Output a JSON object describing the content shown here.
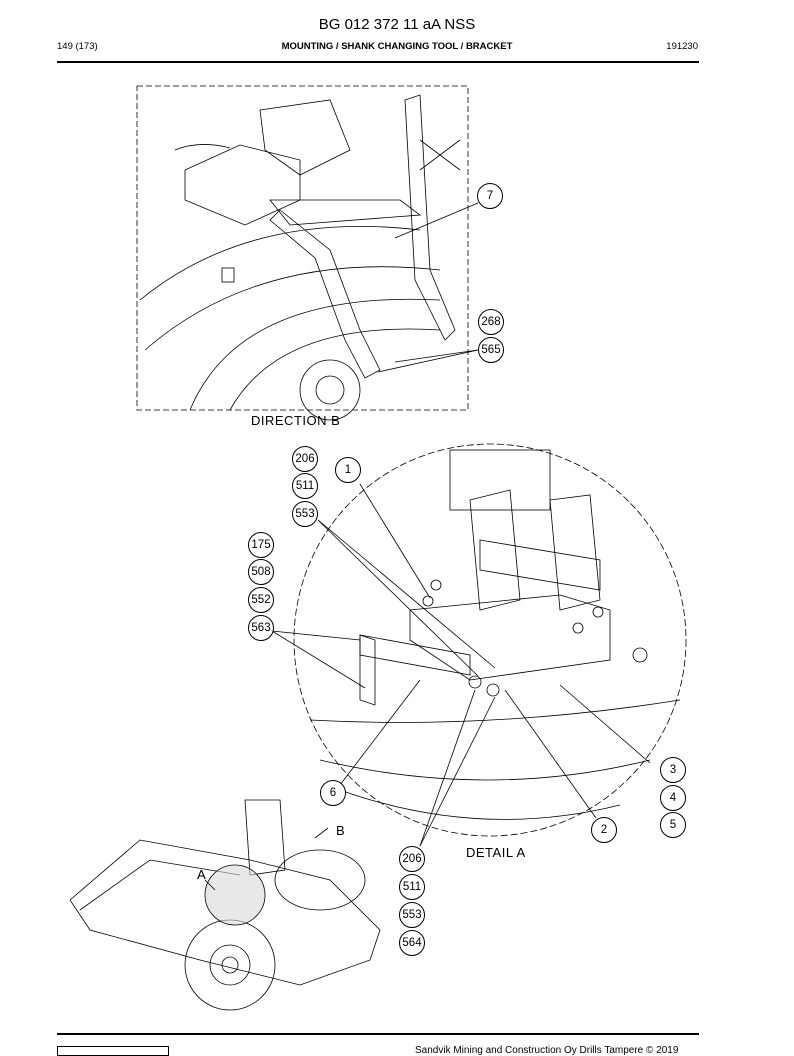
{
  "header": {
    "document_number": "BG 012 372 11 aA NSS",
    "page": "149 (173)",
    "section_title": "MOUNTING / SHANK CHANGING TOOL / BRACKET",
    "date_code": "191230"
  },
  "views": {
    "direction_b_label": "DIRECTION  B",
    "detail_a_label": "DETAIL  A",
    "overview_a_marker": "A",
    "overview_b_marker": "B"
  },
  "callouts": {
    "direction_b": [
      "7",
      "268",
      "565"
    ],
    "detail_a": [
      "206",
      "511",
      "553",
      "1",
      "175",
      "508",
      "552",
      "563",
      "6",
      "3",
      "4",
      "5",
      "2"
    ],
    "overview": [
      "206",
      "511",
      "553",
      "564"
    ]
  },
  "footer": {
    "copyright": "Sandvik Mining and Construction Oy Drills Tampere © 2019"
  }
}
